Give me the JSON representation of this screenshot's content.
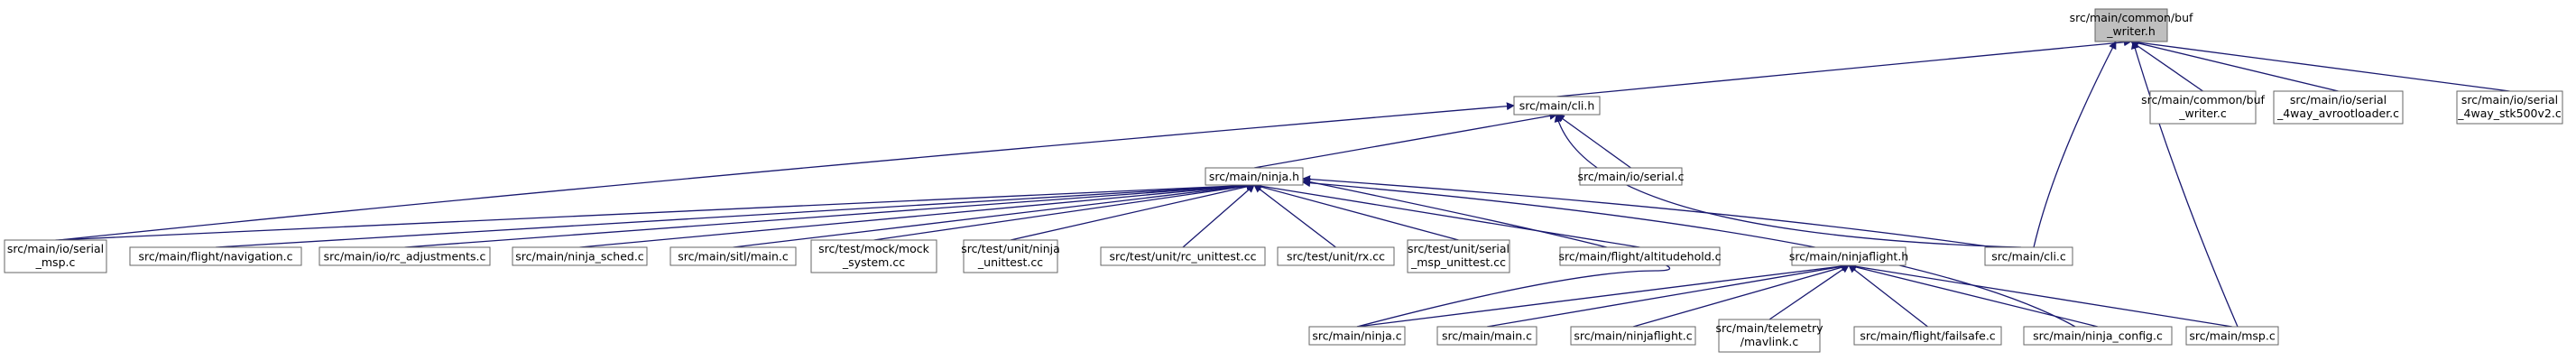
{
  "graph": {
    "colors": {
      "edge": "#191970",
      "node_fill": "#ffffff",
      "root_fill": "#bfbfbf",
      "node_border": "#666666"
    },
    "nodes": [
      {
        "id": "root",
        "lines": [
          "src/main/common/buf",
          "_writer.h"
        ],
        "root": true
      },
      {
        "id": "cli_h",
        "lines": [
          "src/main/cli.h"
        ]
      },
      {
        "id": "buf_writer_c",
        "lines": [
          "src/main/common/buf",
          "_writer.c"
        ]
      },
      {
        "id": "avrootloader",
        "lines": [
          "src/main/io/serial",
          "_4way_avrootloader.c"
        ]
      },
      {
        "id": "stk500",
        "lines": [
          "src/main/io/serial",
          "_4way_stk500v2.c"
        ]
      },
      {
        "id": "ninja_h",
        "lines": [
          "src/main/ninja.h"
        ]
      },
      {
        "id": "io_serial_c",
        "lines": [
          "src/main/io/serial.c"
        ]
      },
      {
        "id": "serial_msp",
        "lines": [
          "src/main/io/serial",
          "_msp.c"
        ]
      },
      {
        "id": "navigation",
        "lines": [
          "src/main/flight/navigation.c"
        ]
      },
      {
        "id": "rc_adjustments",
        "lines": [
          "src/main/io/rc_adjustments.c"
        ]
      },
      {
        "id": "ninja_sched",
        "lines": [
          "src/main/ninja_sched.c"
        ]
      },
      {
        "id": "sitl_main",
        "lines": [
          "src/main/sitl/main.c"
        ]
      },
      {
        "id": "mock_system",
        "lines": [
          "src/test/mock/mock",
          "_system.cc"
        ]
      },
      {
        "id": "ninja_unittest",
        "lines": [
          "src/test/unit/ninja",
          "_unittest.cc"
        ]
      },
      {
        "id": "rc_unittest",
        "lines": [
          "src/test/unit/rc_unittest.cc"
        ]
      },
      {
        "id": "rx_cc",
        "lines": [
          "src/test/unit/rx.cc"
        ]
      },
      {
        "id": "serial_msp_unittest",
        "lines": [
          "src/test/unit/serial",
          "_msp_unittest.cc"
        ]
      },
      {
        "id": "altitudehold",
        "lines": [
          "src/main/flight/altitudehold.c"
        ]
      },
      {
        "id": "ninjaflight_h",
        "lines": [
          "src/main/ninjaflight.h"
        ]
      },
      {
        "id": "cli_c",
        "lines": [
          "src/main/cli.c"
        ]
      },
      {
        "id": "ninja_c",
        "lines": [
          "src/main/ninja.c"
        ]
      },
      {
        "id": "main_c",
        "lines": [
          "src/main/main.c"
        ]
      },
      {
        "id": "ninjaflight_c",
        "lines": [
          "src/main/ninjaflight.c"
        ]
      },
      {
        "id": "mavlink",
        "lines": [
          "src/main/telemetry",
          "/mavlink.c"
        ]
      },
      {
        "id": "failsafe",
        "lines": [
          "src/main/flight/failsafe.c"
        ]
      },
      {
        "id": "ninja_config",
        "lines": [
          "src/main/ninja_config.c"
        ]
      },
      {
        "id": "msp_c",
        "lines": [
          "src/main/msp.c"
        ]
      }
    ],
    "edges": [
      [
        "cli_h",
        "root"
      ],
      [
        "cli_c",
        "root"
      ],
      [
        "msp_c",
        "root"
      ],
      [
        "buf_writer_c",
        "root"
      ],
      [
        "avrootloader",
        "root"
      ],
      [
        "stk500",
        "root"
      ],
      [
        "ninja_h",
        "cli_h"
      ],
      [
        "serial_msp",
        "cli_h"
      ],
      [
        "io_serial_c",
        "cli_h"
      ],
      [
        "cli_c",
        "cli_h"
      ],
      [
        "serial_msp",
        "ninja_h"
      ],
      [
        "navigation",
        "ninja_h"
      ],
      [
        "rc_adjustments",
        "ninja_h"
      ],
      [
        "ninja_sched",
        "ninja_h"
      ],
      [
        "sitl_main",
        "ninja_h"
      ],
      [
        "mock_system",
        "ninja_h"
      ],
      [
        "ninja_unittest",
        "ninja_h"
      ],
      [
        "rc_unittest",
        "ninja_h"
      ],
      [
        "rx_cc",
        "ninja_h"
      ],
      [
        "serial_msp_unittest",
        "ninja_h"
      ],
      [
        "altitudehold",
        "ninja_h"
      ],
      [
        "cli_c",
        "ninja_h"
      ],
      [
        "ninja_c",
        "ninja_h"
      ],
      [
        "ninja_config",
        "ninja_h"
      ],
      [
        "ninja_c",
        "ninjaflight_h"
      ],
      [
        "main_c",
        "ninjaflight_h"
      ],
      [
        "ninjaflight_c",
        "ninjaflight_h"
      ],
      [
        "mavlink",
        "ninjaflight_h"
      ],
      [
        "failsafe",
        "ninjaflight_h"
      ],
      [
        "ninja_config",
        "ninjaflight_h"
      ],
      [
        "msp_c",
        "ninjaflight_h"
      ]
    ]
  }
}
